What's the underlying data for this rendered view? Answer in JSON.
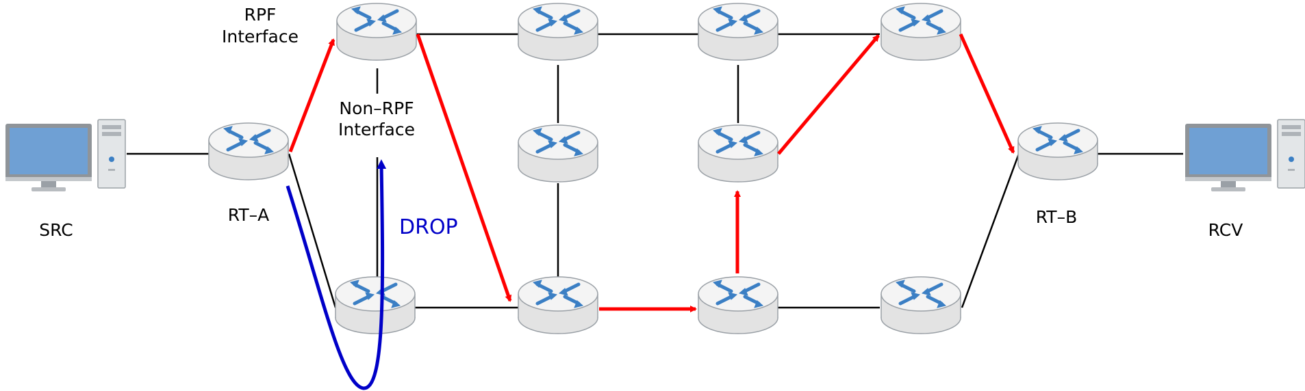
{
  "labels": {
    "src": "SRC",
    "rcv": "RCV",
    "rt_a": "RT–A",
    "rt_b": "RT–B",
    "rpf_line1": "RPF",
    "rpf_line2": "Interface",
    "nonrpf_line1": "Non–RPF",
    "nonrpf_line2": "Interface",
    "drop": "DROP"
  },
  "colors": {
    "path": "#ff0000",
    "drop": "#0000c8",
    "link": "#000000",
    "router_top": "#f2f2f2",
    "router_side": "#e3e3e3",
    "router_edge": "#9aa0a6",
    "router_arrow": "#3b7fc4",
    "monitor": "#6fa0d4"
  },
  "icons": {
    "router": "router-icon",
    "computer": "desktop-computer-icon"
  }
}
